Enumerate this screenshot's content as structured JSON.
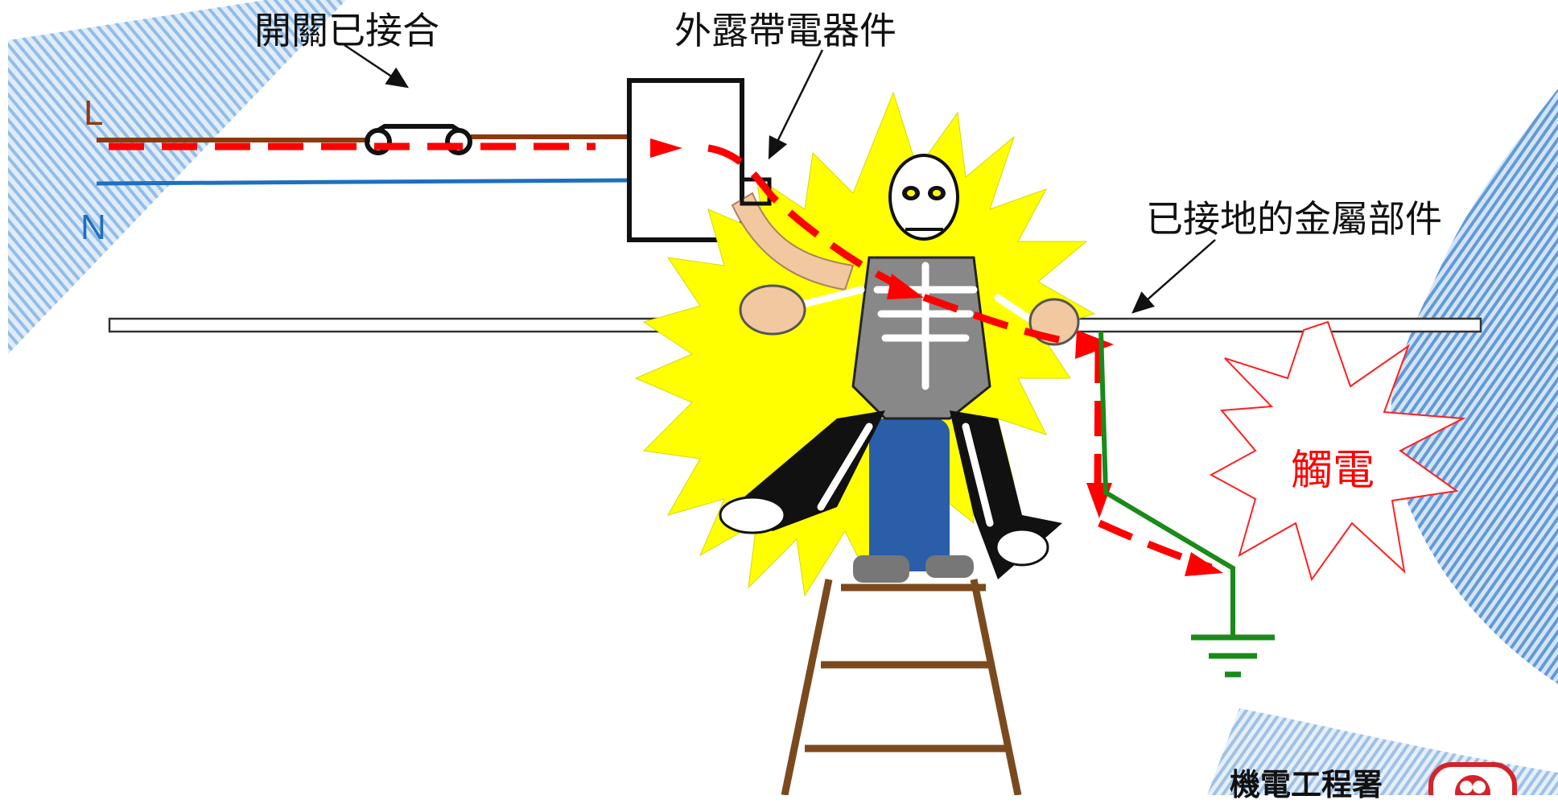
{
  "labels": {
    "switch_closed": "開關已接合",
    "exposed_live_part": "外露帶電器件",
    "earthed_metal_part": "已接地的金屬部件",
    "electric_shock": "觸電",
    "wire_live": "L",
    "wire_neutral": "N",
    "organization": "機電工程署"
  },
  "colors": {
    "live_wire": "#8B3A0F",
    "neutral_wire": "#1F6FC0",
    "current_path": "#FF0000",
    "earth_wire": "#1A8A1A",
    "spark": "#FFFF00",
    "ladder": "#7A4A1E",
    "shock_burst_outline": "#FF2020",
    "background_stripes": "#5A9BD8"
  },
  "icons": {
    "switch": "closed-switch-symbol",
    "earth": "earth-ground-symbol",
    "logo": "emsd-logo-icon"
  }
}
